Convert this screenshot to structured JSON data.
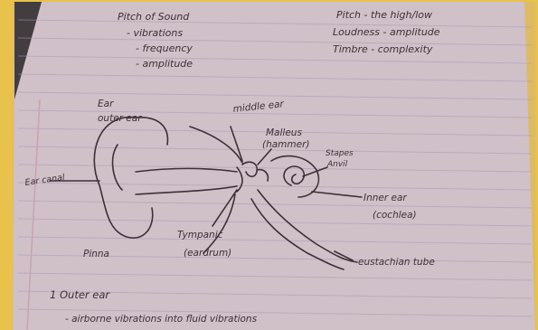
{
  "colors": {
    "frame": "#e8c24a",
    "paper": "#d9c9cf",
    "paper_shadow": "#b9a9b4",
    "rule_line": "#a49bb8",
    "margin_line": "#c9a3ad",
    "ink": "#3d3038",
    "dark_corner": "#1c1a1c"
  },
  "notes": {
    "top_left_1": "Pitch of Sound",
    "top_left_2": "- vibrations",
    "top_left_3": "- frequency",
    "top_left_4": "- amplitude",
    "top_right_1": "Pitch - the high/low",
    "top_right_2": "Loudness - amplitude",
    "top_right_3": "Timbre - complexity",
    "bottom_1": "1 Outer ear",
    "bottom_2": "- airborne vibrations into fluid vibrations"
  },
  "diagram": {
    "ear": "Ear",
    "outer_ear": "outer ear",
    "ear_canal": "Ear canal",
    "pinna": "Pinna",
    "middle_ear": "middle ear",
    "malleus": "Malleus",
    "hammer": "(hammer)",
    "stapes": "Stapes",
    "anvil": "Anvil",
    "inner_ear": "Inner ear",
    "cochlea": "(cochlea)",
    "tympanic": "Tympanic",
    "eardrum": "(eardrum)",
    "eustachian": "eustachian tube"
  }
}
